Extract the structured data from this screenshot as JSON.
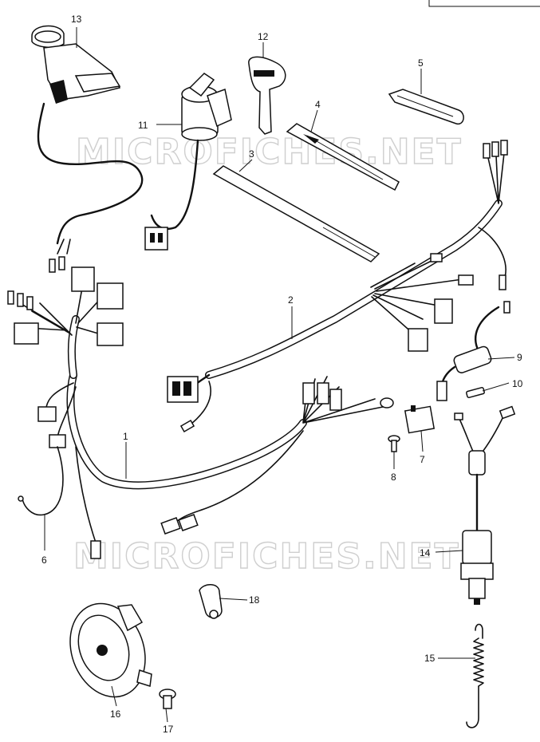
{
  "watermark": "MICROFICHES.NET",
  "callouts": {
    "p1": "1",
    "p2": "2",
    "p3": "3",
    "p4": "4",
    "p5": "5",
    "p6": "6",
    "p7": "7",
    "p8": "8",
    "p9": "9",
    "p10": "10",
    "p11": "11",
    "p12": "12",
    "p13": "13",
    "p14": "14",
    "p15": "15",
    "p16": "16",
    "p17": "17",
    "p18": "18"
  }
}
